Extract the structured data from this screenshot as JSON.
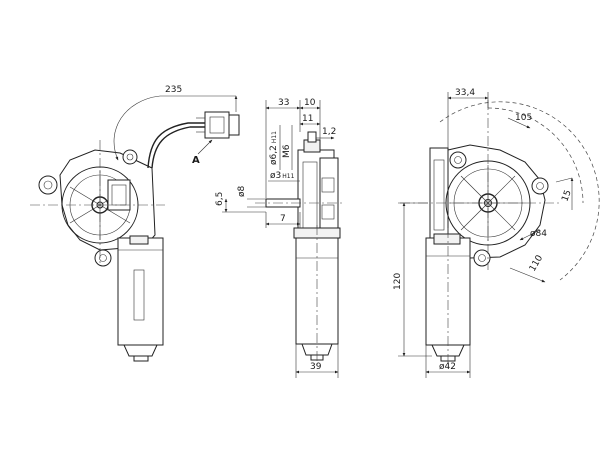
{
  "view_label": "A",
  "dimensions": {
    "d235": "235",
    "d33": "33",
    "d10": "10",
    "d11": "11",
    "d1_2": "1,2",
    "d6_2h11": "ø6,2",
    "h11_a": "H11",
    "m6": "M6",
    "d3h11": "ø3",
    "h11_b": "H11",
    "d8": "ø8",
    "d6_5": "6,5",
    "d7": "7",
    "d39": "39",
    "d33_4": "33,4",
    "d105": "105",
    "d15": "15",
    "d84": "ø84",
    "d110": "110",
    "d120": "120",
    "d42": "ø42"
  }
}
